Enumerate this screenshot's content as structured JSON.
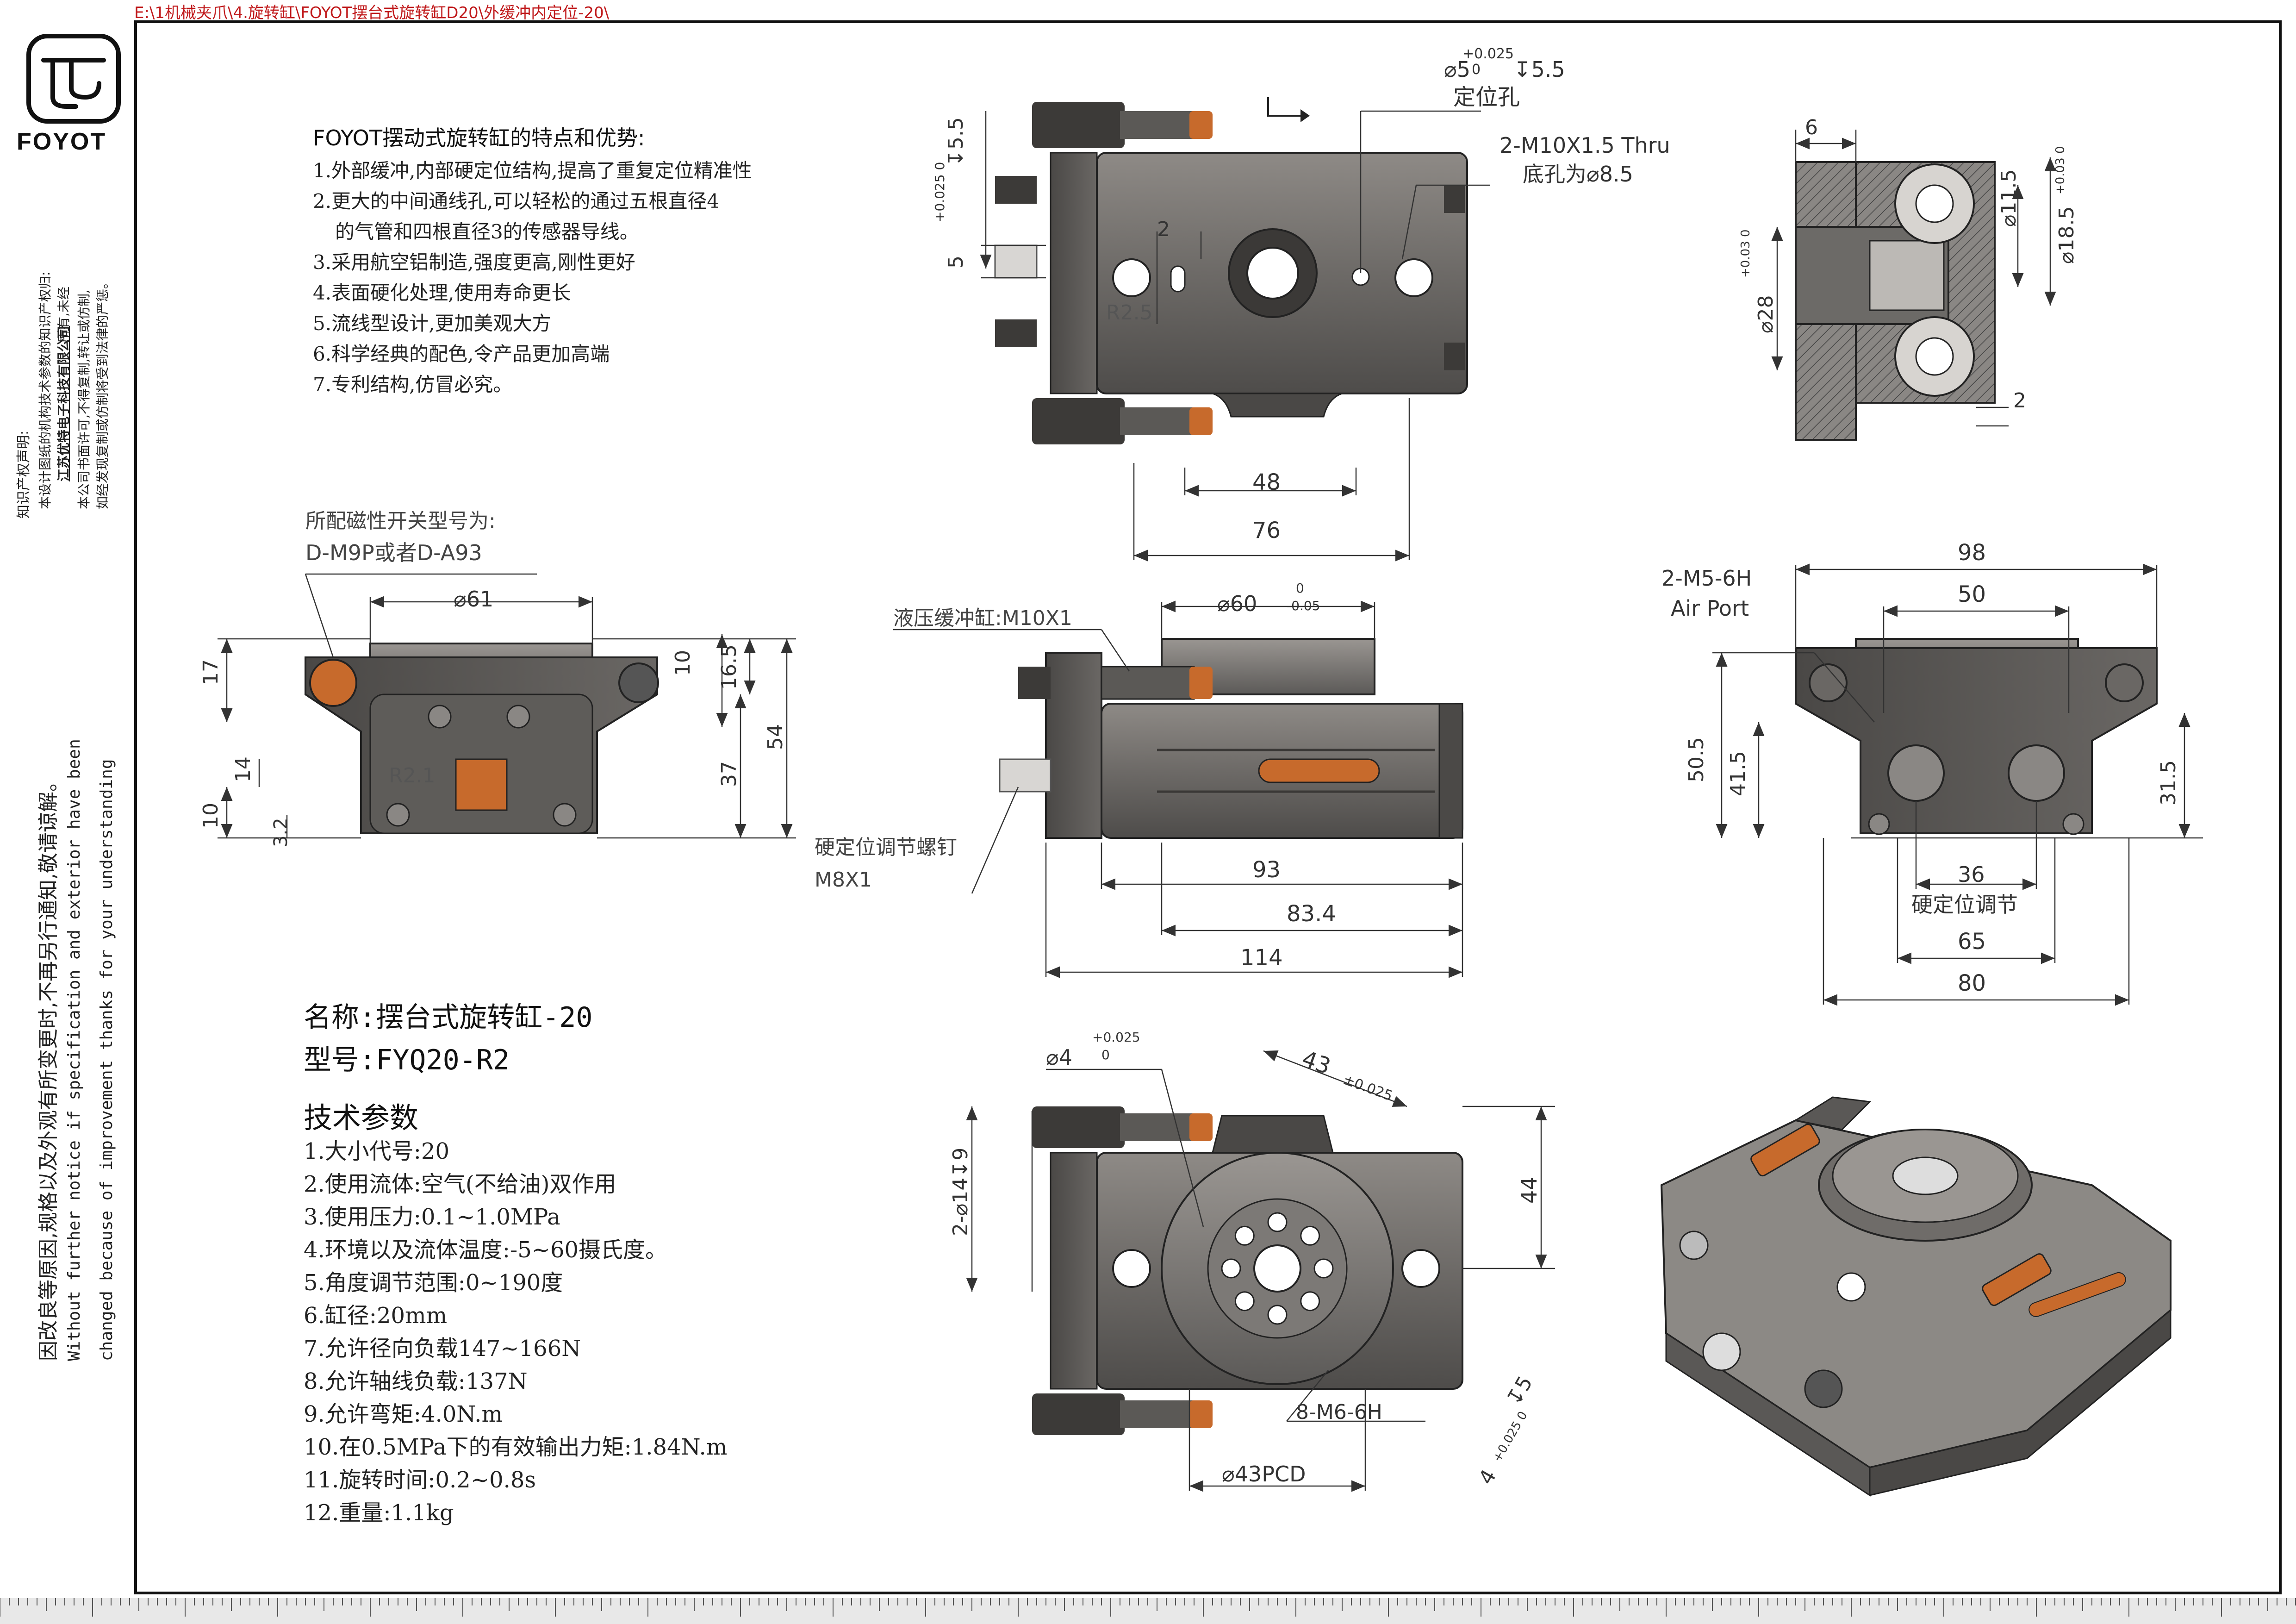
{
  "file_path": "E:\\1机械夹爪\\4.旋转缸\\FOYOT摆台式旋转缸D20\\外缓冲内定位-20\\",
  "brand": "FOYOT",
  "copyright": {
    "heading": "知识产权声明:",
    "line1": "本设计图纸的机构技术参数的知识产权归:",
    "company": "江苏优特电子科技有限公司",
    "line2": "所有,未经",
    "line3": "本公司书面许可,不得复制,转让或仿制,",
    "line4": "如经发现复制或仿制将受到法律的严惩。"
  },
  "notice": {
    "cn": "因改良等原因,规格以及外观有所变更时,不再另行通知,敬请谅解。",
    "en1": "Without further  notice if specification and exterior have been",
    "en2": "changed because of improvement thanks for your understanding"
  },
  "features": {
    "title": "FOYOT摆动式旋转缸的特点和优势:",
    "items": [
      "1.外部缓冲,内部硬定位结构,提高了重复定位精准性",
      "2.更大的中间通线孔,可以轻松的通过五根直径4",
      "  的气管和四根直径3的传感器导线。",
      "3.采用航空铝制造,强度更高,刚性更好",
      "4.表面硬化处理,使用寿命更长",
      "5.流线型设计,更加美观大方",
      "6.科学经典的配色,令产品更加高端",
      "7.专利结构,仿冒必究。"
    ]
  },
  "product": {
    "name": "名称:摆台式旋转缸-20",
    "model": "型号:FYQ20-R2"
  },
  "specs": {
    "title": "技术参数",
    "items": [
      "1.大小代号:20",
      "2.使用流体:空气(不给油)双作用",
      "3.使用压力:0.1~1.0MPa",
      "4.环境以及流体温度:-5~60摄氏度。",
      "5.角度调节范围:0~190度",
      "6.缸径:20mm",
      "7.允许径向负载147~166N",
      "8.允许轴线负载:137N",
      "9.允许弯矩:4.0N.m",
      "10.在0.5MPa下的有效输出力矩:1.84N.m",
      "11.旋转时间:0.2~0.8s",
      "12.重量:1.1kg"
    ]
  },
  "annotations": {
    "locate_hole": "定位孔",
    "locate_dia": "⌀5",
    "locate_tol_up": "+0.025",
    "locate_tol_dn": "0",
    "locate_depth": "↧5.5",
    "thru_hole": "2-M10X1.5 Thru",
    "thru_base": "底孔为⌀8.5",
    "magnet_label": "所配磁性开关型号为:",
    "magnet_model": "D-M9P或者D-A93",
    "hydraulic": "液压缓冲缸:M10X1",
    "stop_screw": "硬定位调节螺钉",
    "stop_screw_size": "M8X1",
    "air_port": "2-M5-6H",
    "air_port_en": "Air Port",
    "hard_stop_adj": "硬定位调节",
    "pcd_holes": "8-M6-6H",
    "pcd": "⌀43PCD",
    "hole4_dia": "⌀4",
    "hole4_tol_up": "+0.025",
    "hole4_tol_dn": "0",
    "counterbore": "2-⌀14↧9",
    "dim43": "43",
    "dim43_tol": "±0.025",
    "depth5": "↧5",
    "dim4": "4",
    "dim4_tol": "+0.025 0",
    "phi60_tol_up": "0",
    "phi60_tol_dn": "-0.05",
    "phi28_tol": "+0.03 0",
    "phi185_tol": "+0.03 0",
    "tol_side": "+0.025 0"
  },
  "dims": {
    "d5_5": "↧5.5",
    "d5": "5",
    "d2": "2",
    "r2_5": "R2.5",
    "d48": "48",
    "d76": "76",
    "d6": "6",
    "phi11_5": "⌀11.5",
    "phi18_5": "⌀18.5",
    "phi28": "⌀28",
    "d2b": "2",
    "phi61": "⌀61",
    "d17": "17",
    "d10": "10",
    "d16_5": "16.5",
    "d37": "37",
    "d54": "54",
    "d14": "14",
    "d10b": "10",
    "d3_2": "3.2",
    "r2_1": "R2.1",
    "phi60": "⌀60",
    "d93": "93",
    "d83_4": "83.4",
    "d114": "114",
    "d98": "98",
    "d50": "50",
    "d50_5": "50.5",
    "d41_5": "41.5",
    "d31_5": "31.5",
    "d36": "36",
    "d65": "65",
    "d80": "80",
    "d44": "44"
  },
  "colors": {
    "body": "#6e6b68",
    "body_light": "#8f8c88",
    "dark": "#3a3836",
    "accent": "#c0191b",
    "nut": "#c76a2c",
    "dim": "#333333"
  }
}
